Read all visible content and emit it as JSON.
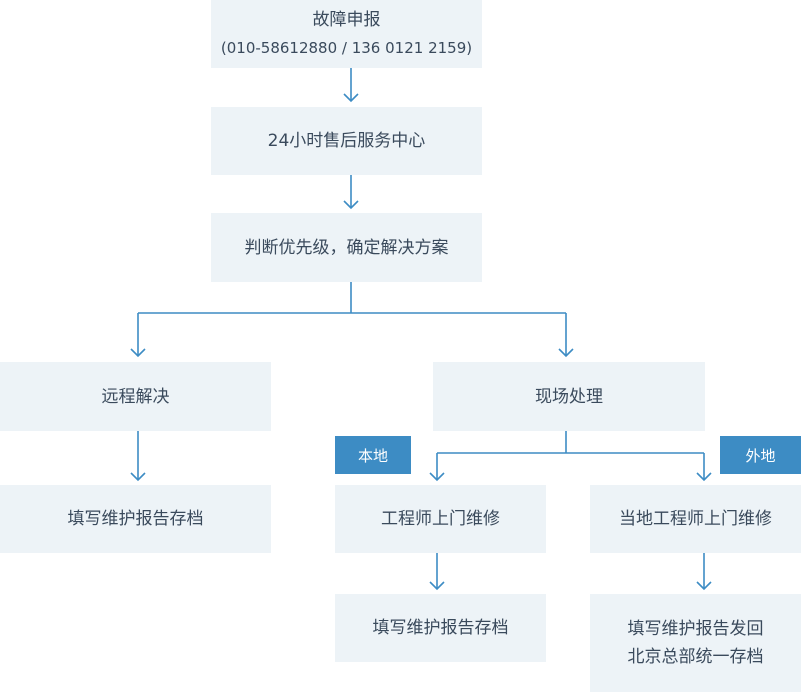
{
  "nodes": {
    "report": {
      "title": "故障申报",
      "subtitle": "(010-58612880 / 136 0121 2159)"
    },
    "service_center": {
      "title": "24小时售后服务中心"
    },
    "judge": {
      "title": "判断优先级，确定解决方案"
    },
    "remote": {
      "title": "远程解决"
    },
    "onsite": {
      "title": "现场处理"
    },
    "remote_archive": {
      "title": "填写维护报告存档"
    },
    "local_engineer": {
      "title": "工程师上门维修"
    },
    "remote_engineer": {
      "title": "当地工程师上门维修"
    },
    "local_archive": {
      "title": "填写维护报告存档"
    },
    "remote_return": {
      "line1": "填写维护报告发回",
      "line2": "北京总部统一存档"
    }
  },
  "tags": {
    "local": "本地",
    "outside": "外地"
  },
  "colors": {
    "node_bg": "#edf3f7",
    "line": "#3d8cc4",
    "tag_bg": "#3d8cc4",
    "text": "#3a4a5c"
  }
}
